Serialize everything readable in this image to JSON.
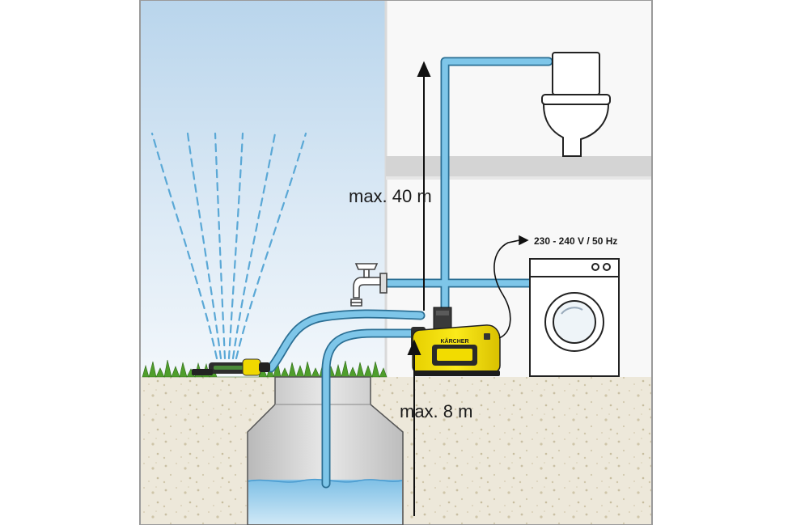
{
  "labels": {
    "height_max": "max. 40 m",
    "suction_max": "max. 8 m",
    "voltage": "230 - 240 V / 50 Hz",
    "brand": "KÄRCHER"
  },
  "colors": {
    "pipe": "#7dc4e6",
    "pipe_outline": "#1e5f84",
    "sky_top": "#bcd7ec",
    "wall": "#f6f6f6",
    "ground": "#ece7d9",
    "grass": "#4c9a2a",
    "pump_yellow": "#f5e10a",
    "water": "#8cc8ea"
  },
  "icons": [
    "sprinkler-icon",
    "tap-icon",
    "toilet-icon",
    "washing-machine-icon",
    "pump-icon",
    "power-plug-icon",
    "well-icon"
  ]
}
